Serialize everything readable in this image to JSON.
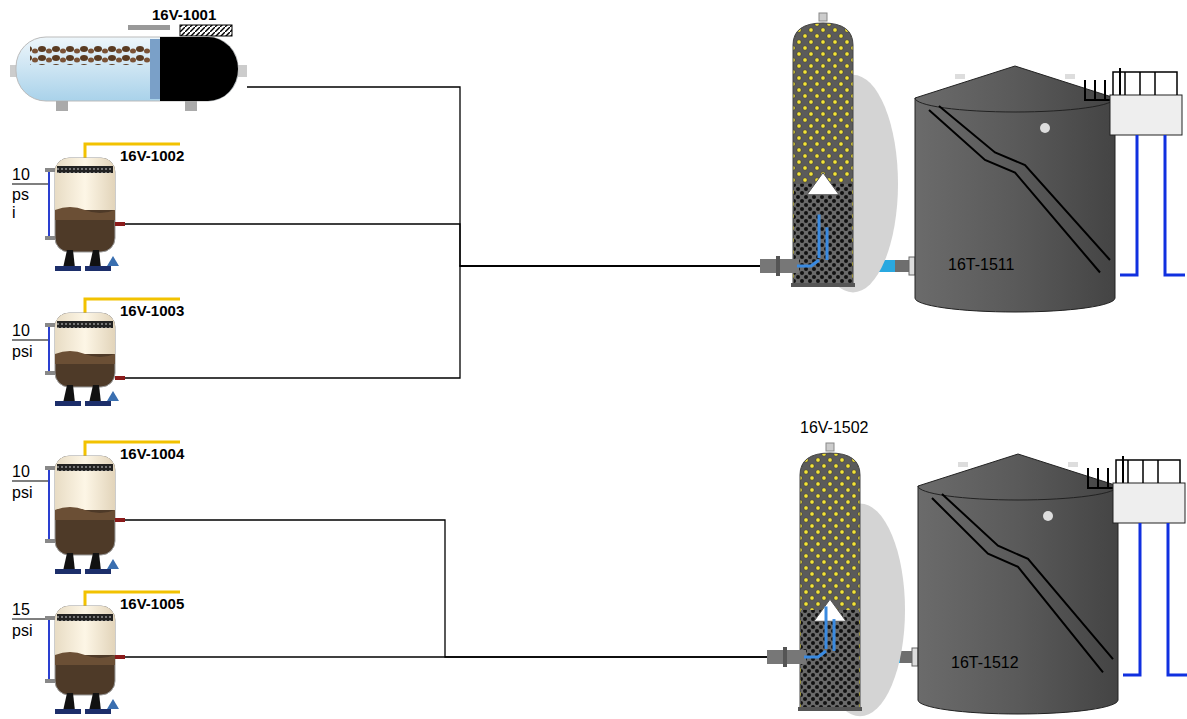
{
  "diagram": {
    "nodes": [
      {
        "text": [
          "16V-1001"
        ]
      },
      {
        "text": [
          "16V-1002"
        ]
      },
      {
        "text": [
          "16V-1003"
        ]
      },
      {
        "text": [
          "16V-1004"
        ]
      },
      {
        "text": [
          "16V-1005"
        ]
      },
      {
        "text": []
      },
      {
        "text": [
          "16T-1511"
        ]
      },
      {
        "text": [
          "16V-1502"
        ]
      },
      {
        "text": [
          "16T-1512"
        ]
      }
    ],
    "edges": [
      {
        "from": 0,
        "to": 5,
        "arrow": "none"
      },
      {
        "from": 1,
        "to": 5,
        "arrow": "none"
      },
      {
        "from": 2,
        "to": 5,
        "arrow": "none"
      },
      {
        "from": 3,
        "to": 7,
        "arrow": "none"
      },
      {
        "from": 4,
        "to": 7,
        "arrow": "none"
      },
      {
        "from": 5,
        "to": 6,
        "arrow": "none"
      },
      {
        "from": 7,
        "to": 8,
        "arrow": "none"
      }
    ],
    "labels": [
      "10",
      "ps i",
      "10",
      "psi",
      "10",
      "psi",
      "15",
      "psi"
    ]
  }
}
